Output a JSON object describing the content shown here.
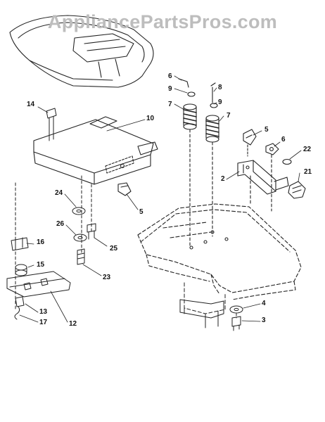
{
  "watermark": "AppliancePartsPros.com",
  "callouts": {
    "c2": "2",
    "c3": "3",
    "c4": "4",
    "c5a": "5",
    "c5b": "5",
    "c6a": "6",
    "c6b": "6",
    "c7a": "7",
    "c7b": "7",
    "c8": "8",
    "c9a": "9",
    "c9b": "9",
    "c10": "10",
    "c12": "12",
    "c13": "13",
    "c14": "14",
    "c15": "15",
    "c16": "16",
    "c17": "17",
    "c21": "21",
    "c22": "22",
    "c23": "23",
    "c24": "24",
    "c25": "25",
    "c26": "26"
  }
}
